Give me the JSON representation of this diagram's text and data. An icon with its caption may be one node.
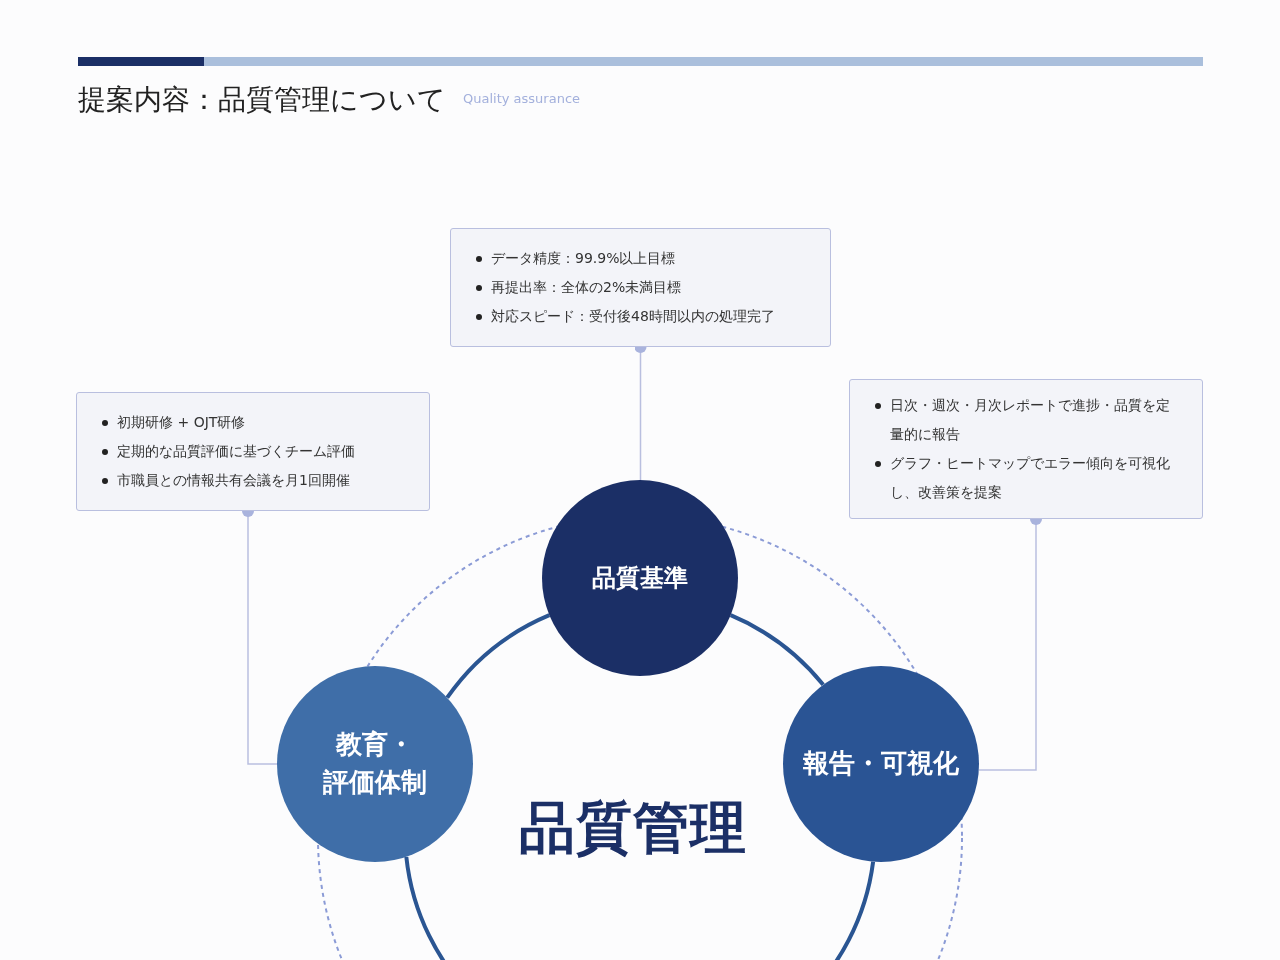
{
  "diagram": {
    "title": "提案内容：品質管理について",
    "nodes": [
      {
        "text": [
          "データ精度：99.9%以上目標",
          "再提出率：全体の2%未満目標",
          "対応スピード：受付後48時間以内の処理完了"
        ]
      },
      {
        "text": [
          "初期研修 + OJT研修",
          "定期的な品質評価に基づくチーム評価",
          "市職員との情報共有会議を月1回開催"
        ]
      },
      {
        "text": [
          "日次・週次・月次レポートで進捗・品質を定量的に報告",
          "グラフ・ヒートマップでエラー傾向を可視化し、改善策を提案"
        ]
      },
      {
        "text": [
          "品質基準"
        ]
      },
      {
        "text": [
          "教育・評価体制"
        ]
      },
      {
        "text": [
          "報告・可視化"
        ]
      }
    ],
    "edges": [
      {
        "from": 3,
        "to": 0,
        "arrow": "other"
      },
      {
        "from": 4,
        "to": 1,
        "arrow": "other"
      },
      {
        "from": 5,
        "to": 2,
        "arrow": "other"
      },
      {
        "from": 3,
        "to": 5,
        "arrow": "none",
        "style": "thick",
        "color": "#2a5592"
      },
      {
        "from": 5,
        "to": 4,
        "arrow": "none",
        "style": "thick",
        "color": "#2a5592"
      },
      {
        "from": 4,
        "to": 3,
        "arrow": "none",
        "style": "thick",
        "color": "#2a5592"
      }
    ],
    "labels": [
      "Quality assurance",
      "品質管理"
    ]
  }
}
